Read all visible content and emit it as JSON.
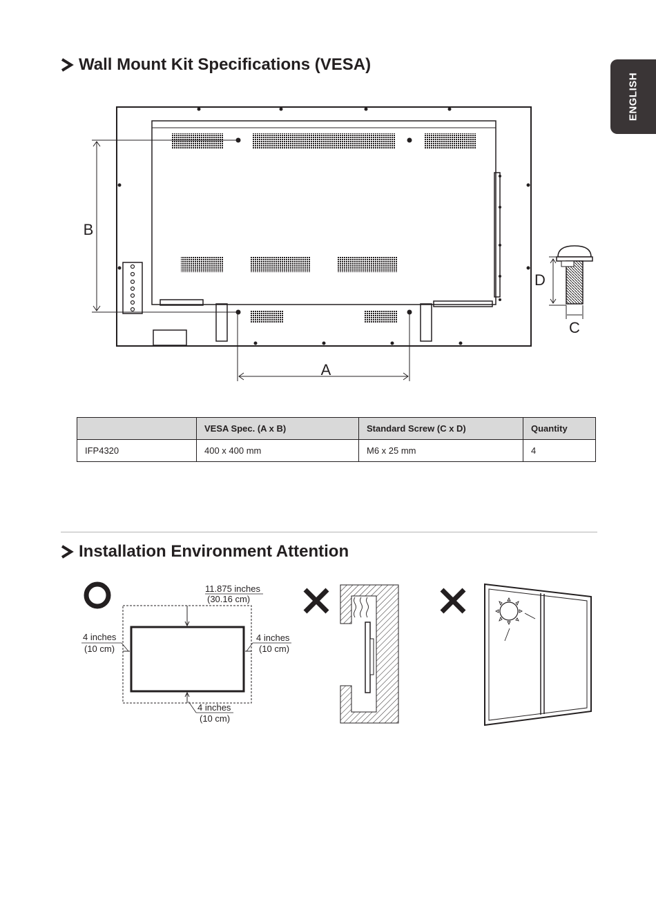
{
  "language_tab": "ENGLISH",
  "section1": {
    "title": "Wall Mount Kit Specifications (VESA)"
  },
  "diagram": {
    "label_a": "A",
    "label_b": "B",
    "label_c": "C",
    "label_d": "D"
  },
  "table": {
    "headers": [
      "",
      "VESA Spec. (A x B)",
      "Standard Screw (C x D)",
      "Quantity"
    ],
    "rows": [
      [
        "IFP4320",
        "400 x 400 mm",
        "M6 x 25 mm",
        "4"
      ]
    ]
  },
  "section2": {
    "title": "Installation Environment Attention"
  },
  "clearance": {
    "top_line1": "11.875 inches",
    "top_line2": "(30.16 cm)",
    "left_line1": "4 inches",
    "left_line2": "(10 cm)",
    "right_line1": "4 inches",
    "right_line2": "(10 cm)",
    "bottom_line1": "4 inches",
    "bottom_line2": "(10 cm)"
  }
}
